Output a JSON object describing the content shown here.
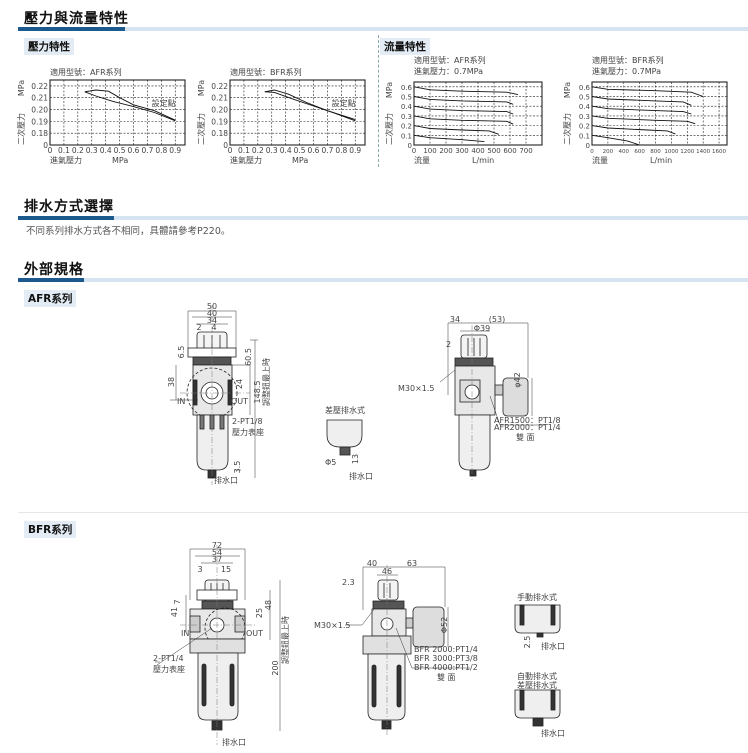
{
  "sections": {
    "characteristics": "壓力與流量特性",
    "drain": "排水方式選擇",
    "drain_note": "不同系列排水方式各不相同，具體請參考P220。",
    "external": "外部規格"
  },
  "sub_labels": {
    "pressure": "壓力特性",
    "flow": "流量特性",
    "afr": "AFR系列",
    "bfr": "BFR系列"
  },
  "chart_data": [
    {
      "type": "line",
      "title": "適用型號：AFR系列",
      "xlabel": "進氣壓力",
      "xunit": "MPa",
      "ylabel": "二次壓力",
      "yunit": "MPa",
      "xlim": [
        0,
        0.97
      ],
      "ylim": [
        0.17,
        0.225
      ],
      "xticks": [
        "0",
        "0.1",
        "0.2",
        "0.3",
        "0.4",
        "0.5",
        "0.6",
        "0.7",
        "0.8",
        "0.9"
      ],
      "xtick_values": [
        0,
        0.1,
        0.2,
        0.3,
        0.4,
        0.5,
        0.6,
        0.7,
        0.8,
        0.9
      ],
      "yticks": [
        "0",
        "0.18",
        "0.19",
        "0.20",
        "0.21",
        "0.22"
      ],
      "ytick_values": [
        0.17,
        0.18,
        0.19,
        0.2,
        0.21,
        0.22
      ],
      "grid": true,
      "annotation": {
        "text": "設定點",
        "x": 0.73,
        "y": 0.203
      },
      "series": [
        {
          "name": "upper",
          "points": [
            [
              0.25,
              0.215
            ],
            [
              0.33,
              0.2165
            ],
            [
              0.42,
              0.2155
            ],
            [
              0.5,
              0.21
            ],
            [
              0.6,
              0.204
            ],
            [
              0.75,
              0.199
            ],
            [
              0.9,
              0.191
            ]
          ]
        },
        {
          "name": "lower",
          "points": [
            [
              0.25,
              0.215
            ],
            [
              0.33,
              0.2115
            ],
            [
              0.45,
              0.207
            ],
            [
              0.6,
              0.2025
            ],
            [
              0.75,
              0.1975
            ],
            [
              0.9,
              0.1905
            ]
          ]
        }
      ]
    },
    {
      "type": "line",
      "title": "適用型號：BFR系列",
      "xlabel": "進氣壓力",
      "xunit": "MPa",
      "ylabel": "二次壓力",
      "yunit": "MPa",
      "xlim": [
        0,
        0.97
      ],
      "ylim": [
        0.17,
        0.225
      ],
      "xticks": [
        "0",
        "0.1",
        "0.2",
        "0.3",
        "0.4",
        "0.5",
        "0.6",
        "0.7",
        "0.8",
        "0.9"
      ],
      "xtick_values": [
        0,
        0.1,
        0.2,
        0.3,
        0.4,
        0.5,
        0.6,
        0.7,
        0.8,
        0.9
      ],
      "yticks": [
        "0",
        "0.18",
        "0.19",
        "0.20",
        "0.21",
        "0.22"
      ],
      "ytick_values": [
        0.17,
        0.18,
        0.19,
        0.2,
        0.21,
        0.22
      ],
      "grid": true,
      "annotation": {
        "text": "設定點",
        "x": 0.73,
        "y": 0.203
      },
      "series": [
        {
          "name": "upper",
          "points": [
            [
              0.25,
              0.215
            ],
            [
              0.32,
              0.2165
            ],
            [
              0.42,
              0.213
            ],
            [
              0.55,
              0.206
            ],
            [
              0.7,
              0.199
            ],
            [
              0.9,
              0.1915
            ]
          ]
        },
        {
          "name": "lower",
          "points": [
            [
              0.25,
              0.215
            ],
            [
              0.32,
              0.2145
            ],
            [
              0.45,
              0.209
            ],
            [
              0.6,
              0.203
            ],
            [
              0.75,
              0.197
            ],
            [
              0.9,
              0.1905
            ]
          ]
        }
      ]
    },
    {
      "type": "line",
      "title": "適用型號：AFR系列",
      "subtitle": "進氣壓力：0.7MPa",
      "xlabel": "流量",
      "xunit": "L/min",
      "ylabel": "二次壓力",
      "yunit": "MPa",
      "xlim": [
        0,
        800
      ],
      "ylim": [
        0,
        0.65
      ],
      "xticks": [
        "0",
        "100",
        "200",
        "300",
        "400",
        "500",
        "600",
        "700"
      ],
      "xtick_values": [
        0,
        100,
        200,
        300,
        400,
        500,
        600,
        700
      ],
      "yticks": [
        "0",
        "0.1",
        "0.2",
        "0.3",
        "0.4",
        "0.5",
        "0.6"
      ],
      "ytick_values": [
        0,
        0.1,
        0.2,
        0.3,
        0.4,
        0.5,
        0.6
      ],
      "grid": true,
      "series": [
        {
          "name": "0.6",
          "points": [
            [
              0,
              0.6
            ],
            [
              100,
              0.57
            ],
            [
              300,
              0.555
            ],
            [
              580,
              0.545
            ],
            [
              650,
              0.52
            ]
          ]
        },
        {
          "name": "0.5",
          "points": [
            [
              0,
              0.5
            ],
            [
              100,
              0.47
            ],
            [
              300,
              0.455
            ],
            [
              580,
              0.445
            ],
            [
              620,
              0.42
            ]
          ]
        },
        {
          "name": "0.4",
          "points": [
            [
              0,
              0.4
            ],
            [
              100,
              0.37
            ],
            [
              300,
              0.355
            ],
            [
              580,
              0.345
            ],
            [
              620,
              0.32
            ]
          ]
        },
        {
          "name": "0.3",
          "points": [
            [
              0,
              0.3
            ],
            [
              100,
              0.27
            ],
            [
              300,
              0.255
            ],
            [
              580,
              0.245
            ],
            [
              620,
              0.215
            ]
          ]
        },
        {
          "name": "0.2",
          "points": [
            [
              0,
              0.2
            ],
            [
              100,
              0.17
            ],
            [
              300,
              0.155
            ],
            [
              470,
              0.145
            ],
            [
              530,
              0.11
            ]
          ]
        },
        {
          "name": "0.1",
          "points": [
            [
              0,
              0.1
            ],
            [
              100,
              0.075
            ],
            [
              300,
              0.055
            ],
            [
              440,
              0.035
            ]
          ]
        }
      ]
    },
    {
      "type": "line",
      "title": "適用型號：BFR系列",
      "subtitle": "進氣壓力：0.7MPa",
      "xlabel": "流量",
      "xunit": "L/min",
      "ylabel": "二次壓力",
      "yunit": "MPa",
      "xlim": [
        0,
        1700
      ],
      "ylim": [
        0,
        0.65
      ],
      "xticks": [
        "0",
        "200",
        "400",
        "600",
        "800",
        "1000",
        "1200",
        "1400",
        "1600"
      ],
      "xtick_values": [
        0,
        200,
        400,
        600,
        800,
        1000,
        1200,
        1400,
        1600
      ],
      "yticks": [
        "0",
        "0.1",
        "0.2",
        "0.3",
        "0.4",
        "0.5",
        "0.6"
      ],
      "ytick_values": [
        0,
        0.1,
        0.2,
        0.3,
        0.4,
        0.5,
        0.6
      ],
      "grid": true,
      "series": [
        {
          "name": "0.6",
          "points": [
            [
              0,
              0.6
            ],
            [
              200,
              0.575
            ],
            [
              800,
              0.56
            ],
            [
              1250,
              0.545
            ],
            [
              1400,
              0.5
            ]
          ]
        },
        {
          "name": "0.5",
          "points": [
            [
              0,
              0.5
            ],
            [
              200,
              0.475
            ],
            [
              800,
              0.455
            ],
            [
              1150,
              0.445
            ],
            [
              1250,
              0.41
            ]
          ]
        },
        {
          "name": "0.4",
          "points": [
            [
              0,
              0.4
            ],
            [
              200,
              0.375
            ],
            [
              800,
              0.355
            ],
            [
              1150,
              0.345
            ],
            [
              1250,
              0.32
            ]
          ]
        },
        {
          "name": "0.3",
          "points": [
            [
              0,
              0.3
            ],
            [
              200,
              0.275
            ],
            [
              800,
              0.255
            ],
            [
              1200,
              0.245
            ],
            [
              1300,
              0.22
            ]
          ]
        },
        {
          "name": "0.2",
          "points": [
            [
              0,
              0.2
            ],
            [
              200,
              0.175
            ],
            [
              700,
              0.155
            ],
            [
              950,
              0.145
            ],
            [
              1050,
              0.115
            ]
          ]
        },
        {
          "name": "0.1",
          "points": [
            [
              0,
              0.1
            ],
            [
              200,
              0.075
            ],
            [
              450,
              0.04
            ],
            [
              600,
              0.0
            ]
          ]
        }
      ]
    }
  ],
  "afr": {
    "dims": {
      "w50": "50",
      "w40": "40",
      "w34": "34",
      "w2": "2",
      "w4": "4",
      "h65": "6.5",
      "h38": "38",
      "h605": "60.5",
      "h24": "24",
      "h1485": "148.5",
      "h35": "3.5"
    },
    "knob_top": "調整鈕最上時",
    "in": "IN",
    "out": "OUT",
    "port": "2-PT1/8",
    "gauge_seat": "壓力表座",
    "drain_port": "排水口",
    "diff_drain": "差壓排水式",
    "phi5": "Φ5",
    "d13": "13",
    "drain_port2": "排水口",
    "side": {
      "d34": "34",
      "d53": "(53)",
      "phi39": "Φ39",
      "d2": "2",
      "thread": "M30×1.5",
      "phi42": "φ42",
      "p1": "AFR1500：PT1/8",
      "p2": "AFR2000：PT1/4",
      "both": "雙 面"
    }
  },
  "bfr": {
    "dims": {
      "w72": "72",
      "w54": "54",
      "w37": "37",
      "w3": "3",
      "w15": "15",
      "h7": "7",
      "h41": "41",
      "h25": "25",
      "h48": "48",
      "h200": "200"
    },
    "knob_top": "調整鈕最上時",
    "in": "IN",
    "out": "OUT",
    "port": "2-PT1/4",
    "gauge_seat": "壓力表座",
    "drain_port": "排水口",
    "side": {
      "d40": "40",
      "d63": "63",
      "d46": "46",
      "d23": "2.3",
      "thread": "M30×1.5",
      "phi52": "Φ52",
      "p1": "BFR 2000:PT1/4",
      "p2": "BFR 3000:PT3/8",
      "p3": "BFR 4000:PT1/2",
      "both": "雙 面"
    },
    "manual_drain": "手動排水式",
    "d25": "2.5",
    "drain_port2": "排水口",
    "auto_drain": "自動排水式",
    "diff_drain": "差壓排水式",
    "drain_port3": "排水口"
  }
}
